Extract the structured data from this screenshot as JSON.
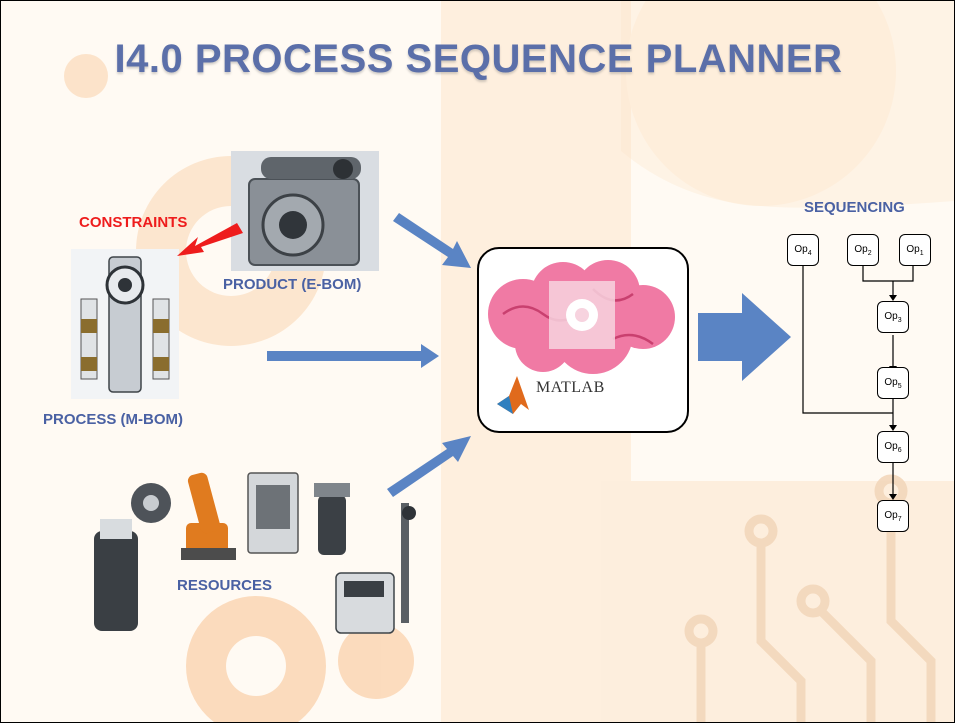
{
  "title": "I4.0 PROCESS SEQUENCE PLANNER",
  "labels": {
    "constraints": "CONSTRAINTS",
    "product": "PRODUCT (E-BOM)",
    "process": "PROCESS (M-BOM)",
    "resources": "RESOURCES",
    "sequencing": "SEQUENCING",
    "matlab": "MATLAB"
  },
  "ops": [
    {
      "id": "op4",
      "prefix": "Op",
      "sub": "4"
    },
    {
      "id": "op2",
      "prefix": "Op",
      "sub": "2"
    },
    {
      "id": "op1",
      "prefix": "Op",
      "sub": "1"
    },
    {
      "id": "op3",
      "prefix": "Op",
      "sub": "3"
    },
    {
      "id": "op5",
      "prefix": "Op",
      "sub": "5"
    },
    {
      "id": "op6",
      "prefix": "Op",
      "sub": "6"
    },
    {
      "id": "op7",
      "prefix": "Op",
      "sub": "7"
    }
  ],
  "colors": {
    "title": "#5b6fa9",
    "label": "#4a61a3",
    "constraint": "#ee1c1c",
    "arrow": "#5a84c4",
    "background_decor": "#fde4c8"
  }
}
